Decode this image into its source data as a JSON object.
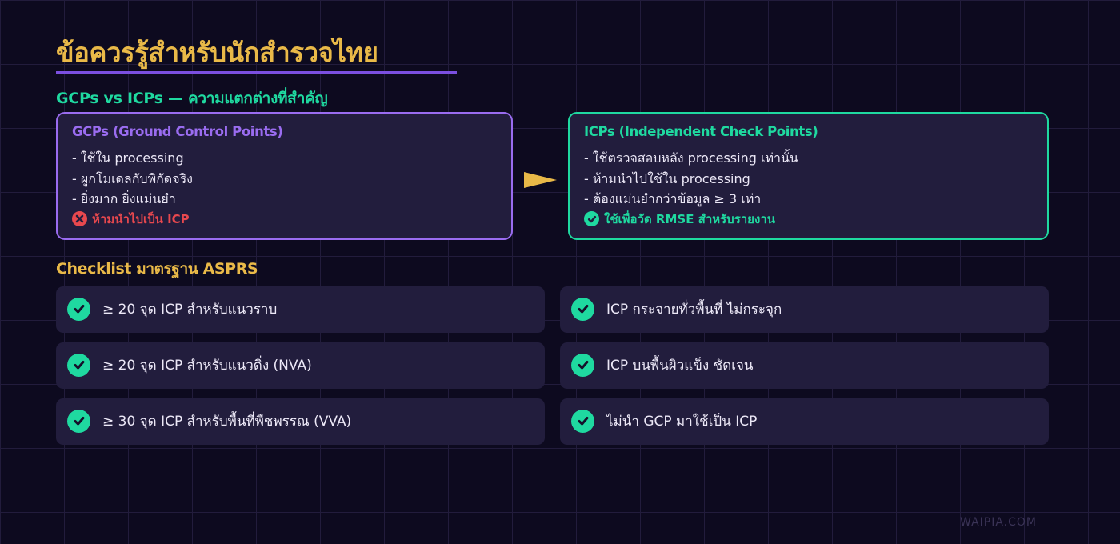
{
  "header": {
    "title": "ข้อควรรู้สำหรับนักสำรวจไทย",
    "accent_color": "#e9b948",
    "underline_color": "#7b4fe0"
  },
  "comparison": {
    "heading": "GCPs vs ICPs — ความแตกต่างที่สำคัญ",
    "gcp": {
      "title": "GCPs (Ground Control Points)",
      "color": "#9a6cf0",
      "items": [
        "- ใช้ใน processing",
        "- ผูกโมเดลกับพิกัดจริง",
        "- ยิ่งมาก ยิ่งแม่นยำ"
      ],
      "footer": {
        "icon": "x-circle-icon",
        "text": "ห้ามนำไปเป็น ICP",
        "color": "#e8484e"
      }
    },
    "arrow": {
      "icon": "arrow-right-icon",
      "color": "#e9b948"
    },
    "icp": {
      "title": "ICPs (Independent Check Points)",
      "color": "#1fd9a0",
      "items": [
        "- ใช้ตรวจสอบหลัง processing เท่านั้น",
        "- ห้ามนำไปใช้ใน processing",
        "- ต้องแม่นยำกว่าข้อมูล ≥ 3 เท่า"
      ],
      "footer": {
        "icon": "check-circle-icon",
        "text": "ใช้เพื่อวัด RMSE สำหรับรายงาน",
        "color": "#1fd9a0"
      }
    }
  },
  "checklist": {
    "heading": "Checklist มาตรฐาน ASPRS",
    "icon": "check-circle-icon",
    "left": [
      "≥ 20 จุด ICP สำหรับแนวราบ",
      "≥ 20 จุด ICP สำหรับแนวดิ่ง (NVA)",
      "≥ 30 จุด ICP สำหรับพื้นที่พืชพรรณ (VVA)"
    ],
    "right": [
      "ICP กระจายทั่วพื้นที่ ไม่กระจุก",
      "ICP บนพื้นผิวแข็ง ชัดเจน",
      "ไม่นำ GCP มาใช้เป็น ICP"
    ]
  },
  "footer": {
    "watermark": "WAIPIA.COM"
  }
}
